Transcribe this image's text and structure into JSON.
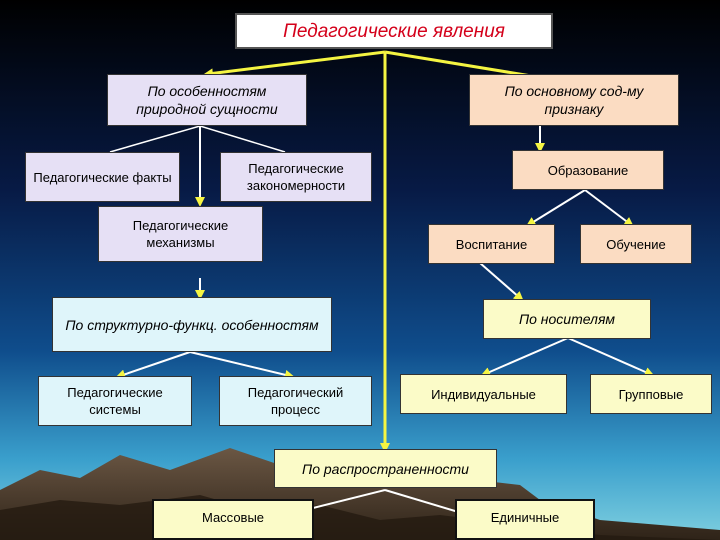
{
  "colors": {
    "sky_top": "#000000",
    "sky_mid": "#0a2e6e",
    "sky_low": "#2a8fc4",
    "mountains": "#4a3a2c",
    "arrow": "#f5f542",
    "root_text": "#d4001a"
  },
  "root": {
    "label": "Педагогические явления"
  },
  "branch_nature": {
    "label": "По особенностям природной сущности",
    "children": [
      "Педагогические факты",
      "Педагогические закономерности",
      "Педагогические механизмы"
    ]
  },
  "branch_content": {
    "label": "По основному сод-му признаку",
    "child": "Образование",
    "grandchildren": [
      "Воспитание",
      "Обучение"
    ]
  },
  "branch_structure": {
    "label": "По структурно-функц. особенностям",
    "children": [
      "Педагогические системы",
      "Педагогический процесс"
    ]
  },
  "branch_carrier": {
    "label": "По носителям",
    "children": [
      "Индивидуальные",
      "Групповые"
    ]
  },
  "branch_spread": {
    "label": "По распространенности",
    "children": [
      "Массовые",
      "Единичные"
    ]
  }
}
